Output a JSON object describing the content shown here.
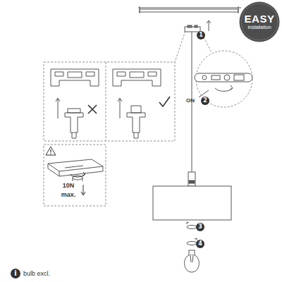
{
  "diagram": {
    "nodes": [
      {
        "text": [
          "EASY",
          "installation"
        ]
      }
    ],
    "labels": [
      "1",
      "ON",
      "2",
      "10N",
      "max.",
      "3",
      "4",
      "i",
      "bulb excl."
    ]
  }
}
